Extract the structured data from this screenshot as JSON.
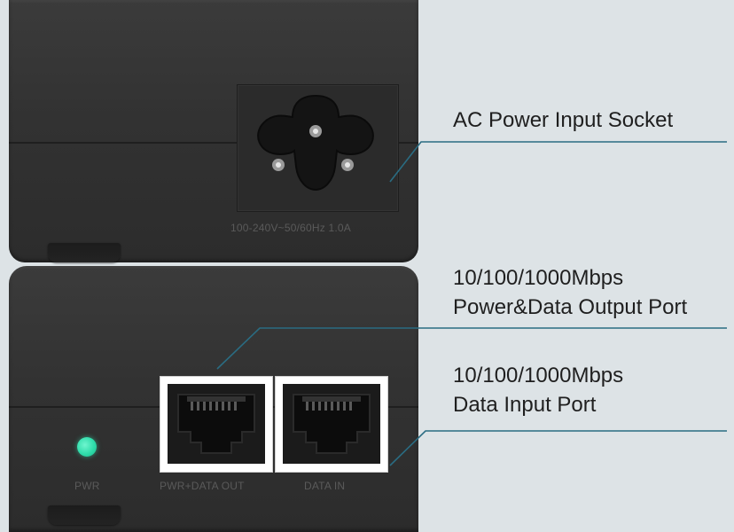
{
  "device": {
    "rating_label": "100-240V~50/60Hz 1.0A",
    "pwr_label": "PWR",
    "output_port_label": "PWR+DATA OUT",
    "input_port_label": "DATA IN",
    "led_color": "#2fdcaa"
  },
  "callouts": {
    "ac_socket": "AC Power Input Socket",
    "output_line1": "10/100/1000Mbps",
    "output_line2": "Power&Data Output Port",
    "input_line1": "10/100/1000Mbps",
    "input_line2": "Data Input Port",
    "line_color": "#2a6c82"
  }
}
